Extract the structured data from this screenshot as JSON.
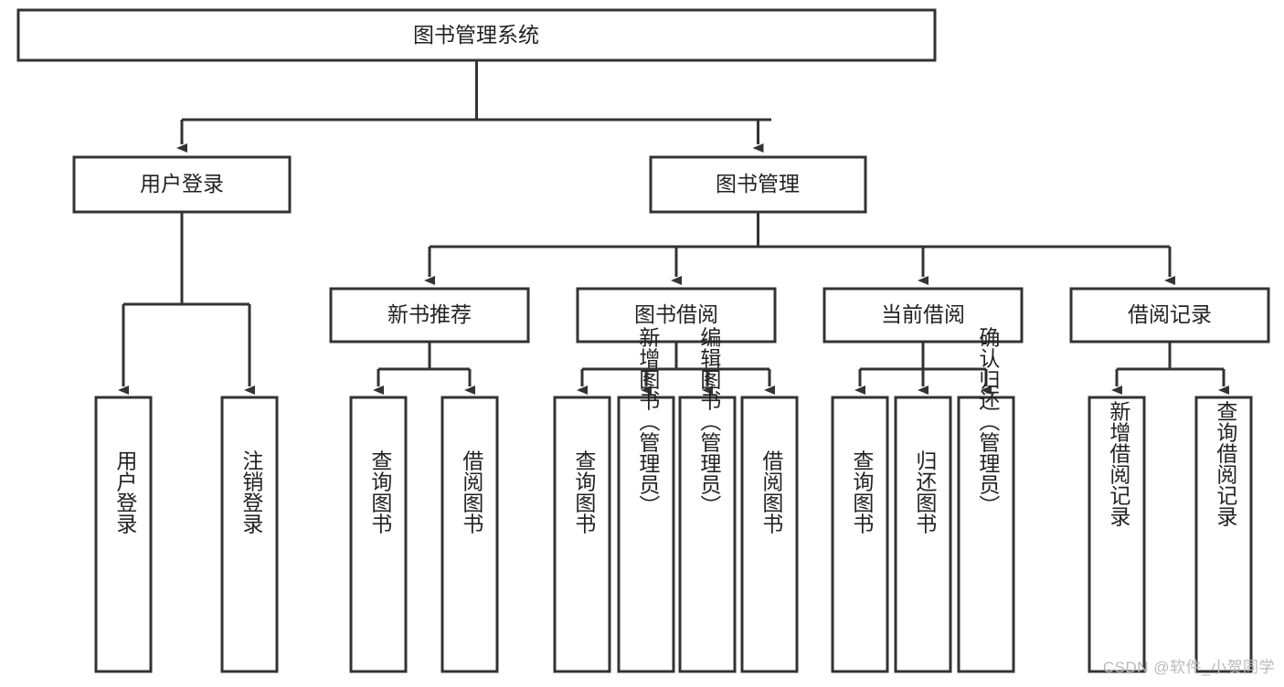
{
  "diagram": {
    "type": "tree-hierarchy",
    "orientation": "top-down",
    "root": {
      "id": "root",
      "label": "图书管理系统"
    },
    "level1": [
      {
        "id": "user-login",
        "label": "用户登录"
      },
      {
        "id": "book-manage",
        "label": "图书管理"
      }
    ],
    "level2": [
      {
        "id": "new-book-recommend",
        "label": "新书推荐",
        "parent": "book-manage"
      },
      {
        "id": "book-borrow",
        "label": "图书借阅",
        "parent": "book-manage"
      },
      {
        "id": "current-borrow",
        "label": "当前借阅",
        "parent": "book-manage"
      },
      {
        "id": "borrow-record",
        "label": "借阅记录",
        "parent": "book-manage"
      }
    ],
    "leaves": [
      {
        "id": "leaf-user-login",
        "label": "用户登录",
        "parent": "user-login"
      },
      {
        "id": "leaf-logout",
        "label": "注销登录",
        "parent": "user-login"
      },
      {
        "id": "leaf-query-book-1",
        "label": "查询图书",
        "parent": "new-book-recommend"
      },
      {
        "id": "leaf-borrow-book-1",
        "label": "借阅图书",
        "parent": "new-book-recommend"
      },
      {
        "id": "leaf-query-book-2",
        "label": "查询图书",
        "parent": "book-borrow"
      },
      {
        "id": "leaf-add-book",
        "label": "新增图书（管理员）",
        "parent": "book-borrow"
      },
      {
        "id": "leaf-edit-book",
        "label": "编辑图书（管理员）",
        "parent": "book-borrow"
      },
      {
        "id": "leaf-borrow-book-2",
        "label": "借阅图书",
        "parent": "book-borrow"
      },
      {
        "id": "leaf-query-book-3",
        "label": "查询图书",
        "parent": "current-borrow"
      },
      {
        "id": "leaf-return-book",
        "label": "归还图书",
        "parent": "current-borrow"
      },
      {
        "id": "leaf-confirm-return",
        "label": "确认归还（管理员）",
        "parent": "current-borrow"
      },
      {
        "id": "leaf-add-record",
        "label": "新增借阅记录",
        "parent": "borrow-record"
      },
      {
        "id": "leaf-query-record",
        "label": "查询借阅记录",
        "parent": "borrow-record"
      }
    ]
  },
  "colors": {
    "box_stroke": "#333333",
    "box_fill": "#ffffff",
    "text": "#222222",
    "watermark": "#b9b9b9",
    "background": "#ffffff"
  },
  "watermark": {
    "text": "CSDN @软件_小贺同学"
  }
}
